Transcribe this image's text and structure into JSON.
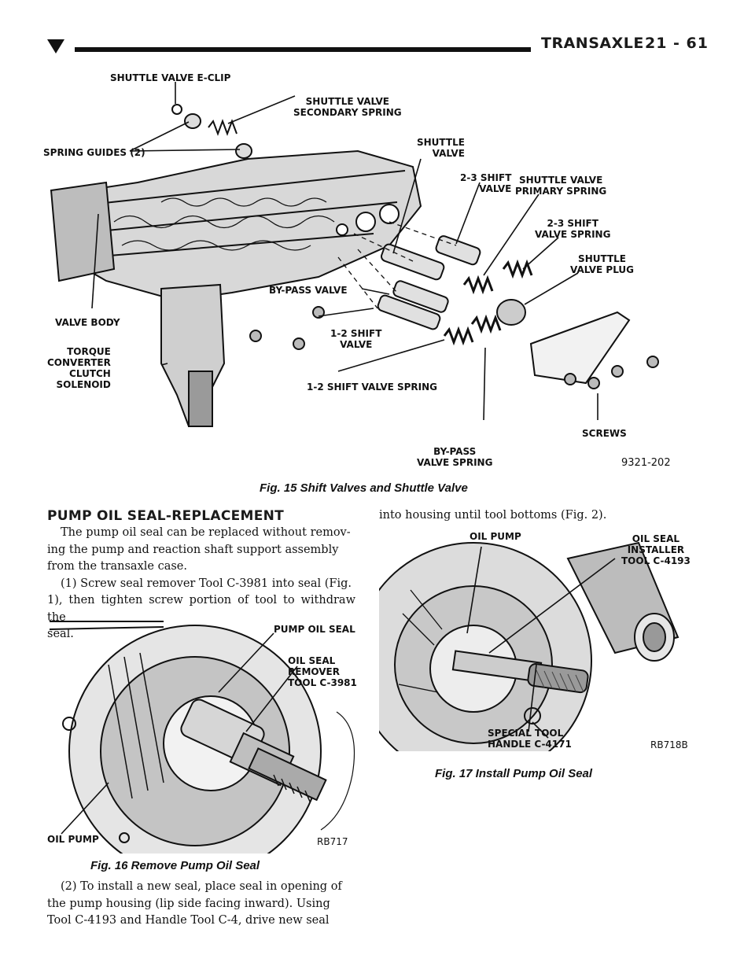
{
  "header": {
    "section_title": "TRANSAXLE",
    "page_number": "21 - 61"
  },
  "fig15": {
    "caption": "Fig. 15 Shift Valves and Shuttle Valve",
    "code": "9321-202",
    "labels": {
      "e_clip": "SHUTTLE VALVE E-CLIP",
      "secondary_spring": "SHUTTLE VALVE\nSECONDARY SPRING",
      "spring_guides": "SPRING GUIDES (2)",
      "shuttle_valve": "SHUTTLE\nVALVE",
      "shift_23_valve": "2-3 SHIFT\nVALVE",
      "primary_spring": "SHUTTLE VALVE\nPRIMARY SPRING",
      "shift_23_spring": "2-3 SHIFT\nVALVE SPRING",
      "valve_plug": "SHUTTLE\nVALVE PLUG",
      "bypass_valve": "BY-PASS VALVE",
      "valve_body": "VALVE BODY",
      "shift_12_valve": "1-2 SHIFT\nVALVE",
      "tcc_solenoid": "TORQUE\nCONVERTER\nCLUTCH\nSOLENOID",
      "shift_12_spring": "1-2 SHIFT VALVE SPRING",
      "bypass_spring": "BY-PASS\nVALVE SPRING",
      "screws": "SCREWS"
    }
  },
  "section": {
    "heading": "PUMP OIL SEAL-REPLACEMENT",
    "para1": "The pump oil seal can be replaced without removing the pump and reaction shaft support assembly from the transaxle case.",
    "para1_lines": [
      "The pump oil seal can be replaced without remov-",
      "ing the pump and reaction shaft support assembly",
      "from the transaxle case."
    ],
    "step1_lines": [
      "(1) Screw seal remover Tool C-3981 into seal (Fig.",
      "1), then tighten screw portion of tool to withdraw the",
      "seal."
    ],
    "step2_lines": [
      "(2) To install a new seal, place seal in opening of",
      "the pump housing (lip side facing inward). Using",
      "Tool C-4193 and Handle Tool C-4, drive new seal"
    ],
    "right_col_line": "into housing until tool bottoms (Fig. 2)."
  },
  "fig16": {
    "caption": "Fig. 16 Remove Pump Oil Seal",
    "code": "RB717",
    "labels": {
      "pump_oil_seal": "PUMP OIL SEAL",
      "remover_tool": "OIL SEAL\nREMOVER\nTOOL C-3981",
      "oil_pump": "OIL PUMP"
    }
  },
  "fig17": {
    "caption": "Fig. 17 Install Pump Oil Seal",
    "code": "RB718B",
    "labels": {
      "oil_pump": "OIL PUMP",
      "installer_tool": "OIL SEAL\nINSTALLER\nTOOL C-4193",
      "special_tool": "SPECIAL TOOL\nHANDLE C-4171"
    }
  }
}
